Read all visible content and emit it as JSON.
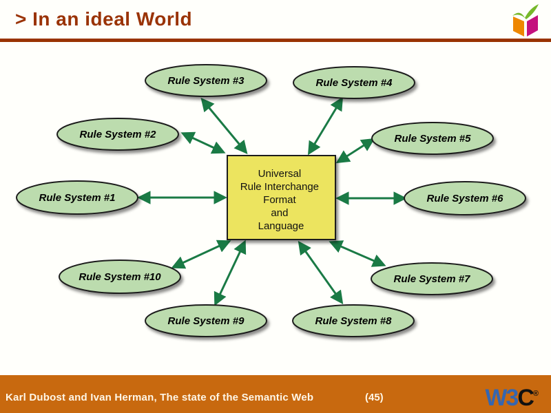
{
  "header": {
    "title": "> In an ideal World"
  },
  "diagram": {
    "center_box": {
      "lines": [
        "Universal",
        "Rule Interchange",
        "Format",
        "and",
        "Language"
      ],
      "fill": "#ECE45F"
    },
    "nodes": [
      {
        "label": "Rule System #1"
      },
      {
        "label": "Rule System #2"
      },
      {
        "label": "Rule System #3"
      },
      {
        "label": "Rule System #4"
      },
      {
        "label": "Rule System #5"
      },
      {
        "label": "Rule System #6"
      },
      {
        "label": "Rule System #7"
      },
      {
        "label": "Rule System #8"
      },
      {
        "label": "Rule System #9"
      },
      {
        "label": "Rule System #10"
      }
    ],
    "node_fill": "#BCDCAE",
    "arrow_color": "#1A7A45",
    "arrow_style": "double-headed"
  },
  "footer": {
    "credit": "Karl Dubost and Ivan Herman, The state of the Semantic Web",
    "page": "(45)",
    "w3c_logo": {
      "w3": "W3",
      "c": "C",
      "reg": "®"
    },
    "bg": "#C8690F"
  },
  "colors": {
    "title": "#9A3306",
    "title_rule": "#993300",
    "cube_orange": "#EE8700",
    "cube_magenta": "#C4117E",
    "cube_green": "#76B82A",
    "w3c_blue": "#3566B0"
  }
}
